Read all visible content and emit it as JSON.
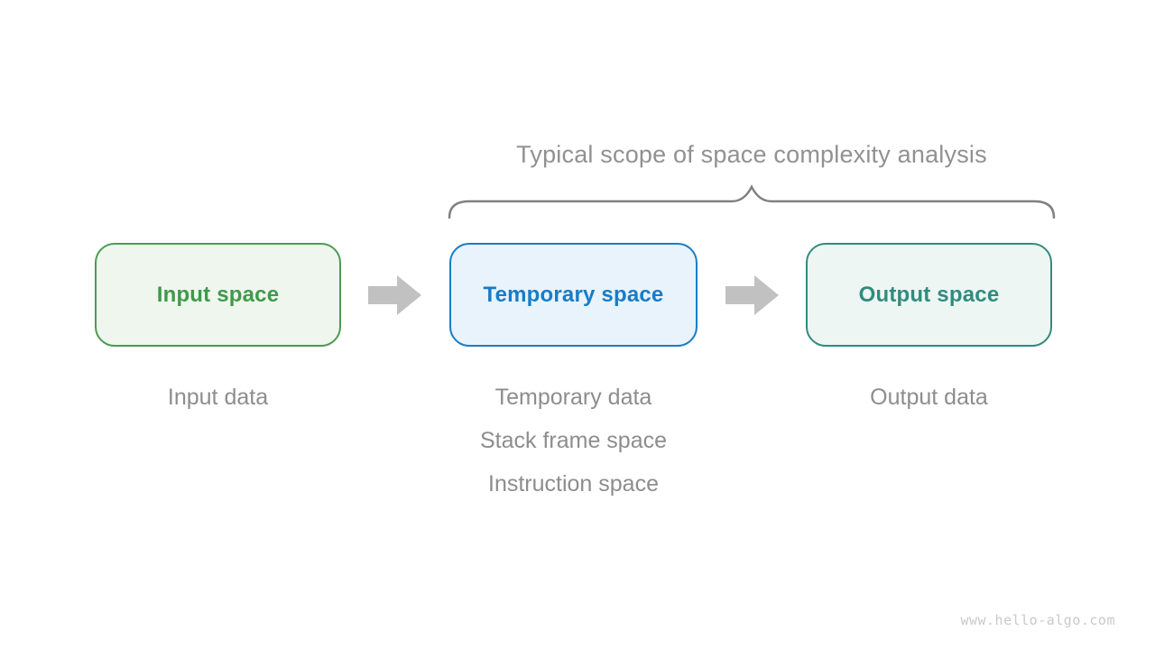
{
  "page": {
    "background_color": "#ffffff"
  },
  "annotation": {
    "title": "Typical scope of space complexity analysis",
    "title_color": "#919191",
    "brace_icon": "horizontal-curly-brace",
    "brace_color": "#808080"
  },
  "flow": {
    "arrow_icon": "right-block-arrow",
    "arrow_color": "#c1c1c1",
    "nodes": [
      {
        "id": "input-space",
        "label": "Input space",
        "border_color": "#4e9a52",
        "fill_color": "#eff6ee",
        "text_color": "#3e9a4b",
        "notes": [
          "Input data"
        ]
      },
      {
        "id": "temporary-space",
        "label": "Temporary space",
        "border_color": "#1a7dc6",
        "fill_color": "#e9f3fb",
        "text_color": "#177cc7",
        "notes": [
          "Temporary data",
          "Stack frame space",
          "Instruction space"
        ]
      },
      {
        "id": "output-space",
        "label": "Output space",
        "border_color": "#338a7d",
        "fill_color": "#edf6f3",
        "text_color": "#2f8c7e",
        "notes": [
          "Output data"
        ]
      }
    ],
    "notes_color": "#8d8d8d"
  },
  "watermark": {
    "text": "www.hello-algo.com",
    "color": "#c9c9c9"
  }
}
